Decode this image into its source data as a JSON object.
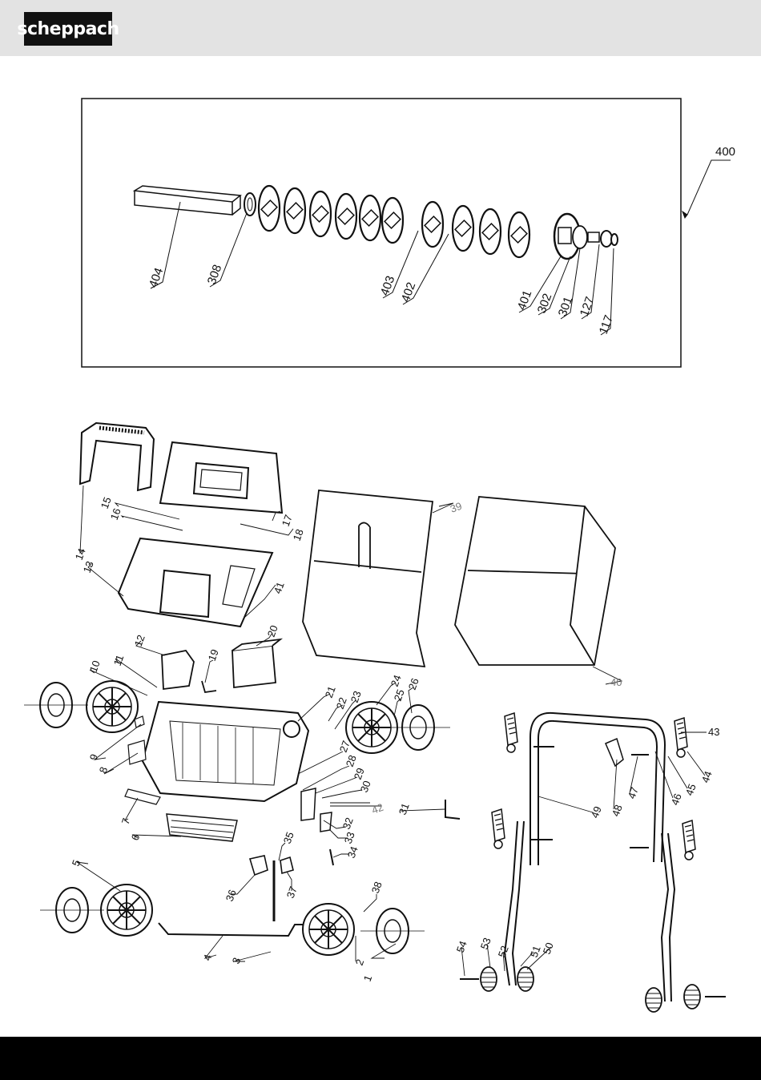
{
  "brand": {
    "logo_text": "scheppach"
  },
  "roller_assembly": {
    "group_label": "400",
    "labels": [
      "404",
      "308",
      "403",
      "402",
      "401",
      "302",
      "301",
      "127",
      "117"
    ]
  },
  "main_assembly": {
    "labels": [
      "1",
      "2",
      "3",
      "4",
      "5",
      "6",
      "7",
      "8",
      "9",
      "10",
      "11",
      "12",
      "13",
      "14",
      "15",
      "16",
      "17",
      "18",
      "19",
      "20",
      "21",
      "22",
      "23",
      "24",
      "25",
      "26",
      "27",
      "28",
      "29",
      "30",
      "31",
      "32",
      "33",
      "34",
      "35",
      "36",
      "37",
      "38",
      "39",
      "40",
      "41",
      "42",
      "43",
      "44",
      "45",
      "46",
      "47",
      "48",
      "49",
      "50",
      "51",
      "52",
      "53",
      "54"
    ]
  }
}
